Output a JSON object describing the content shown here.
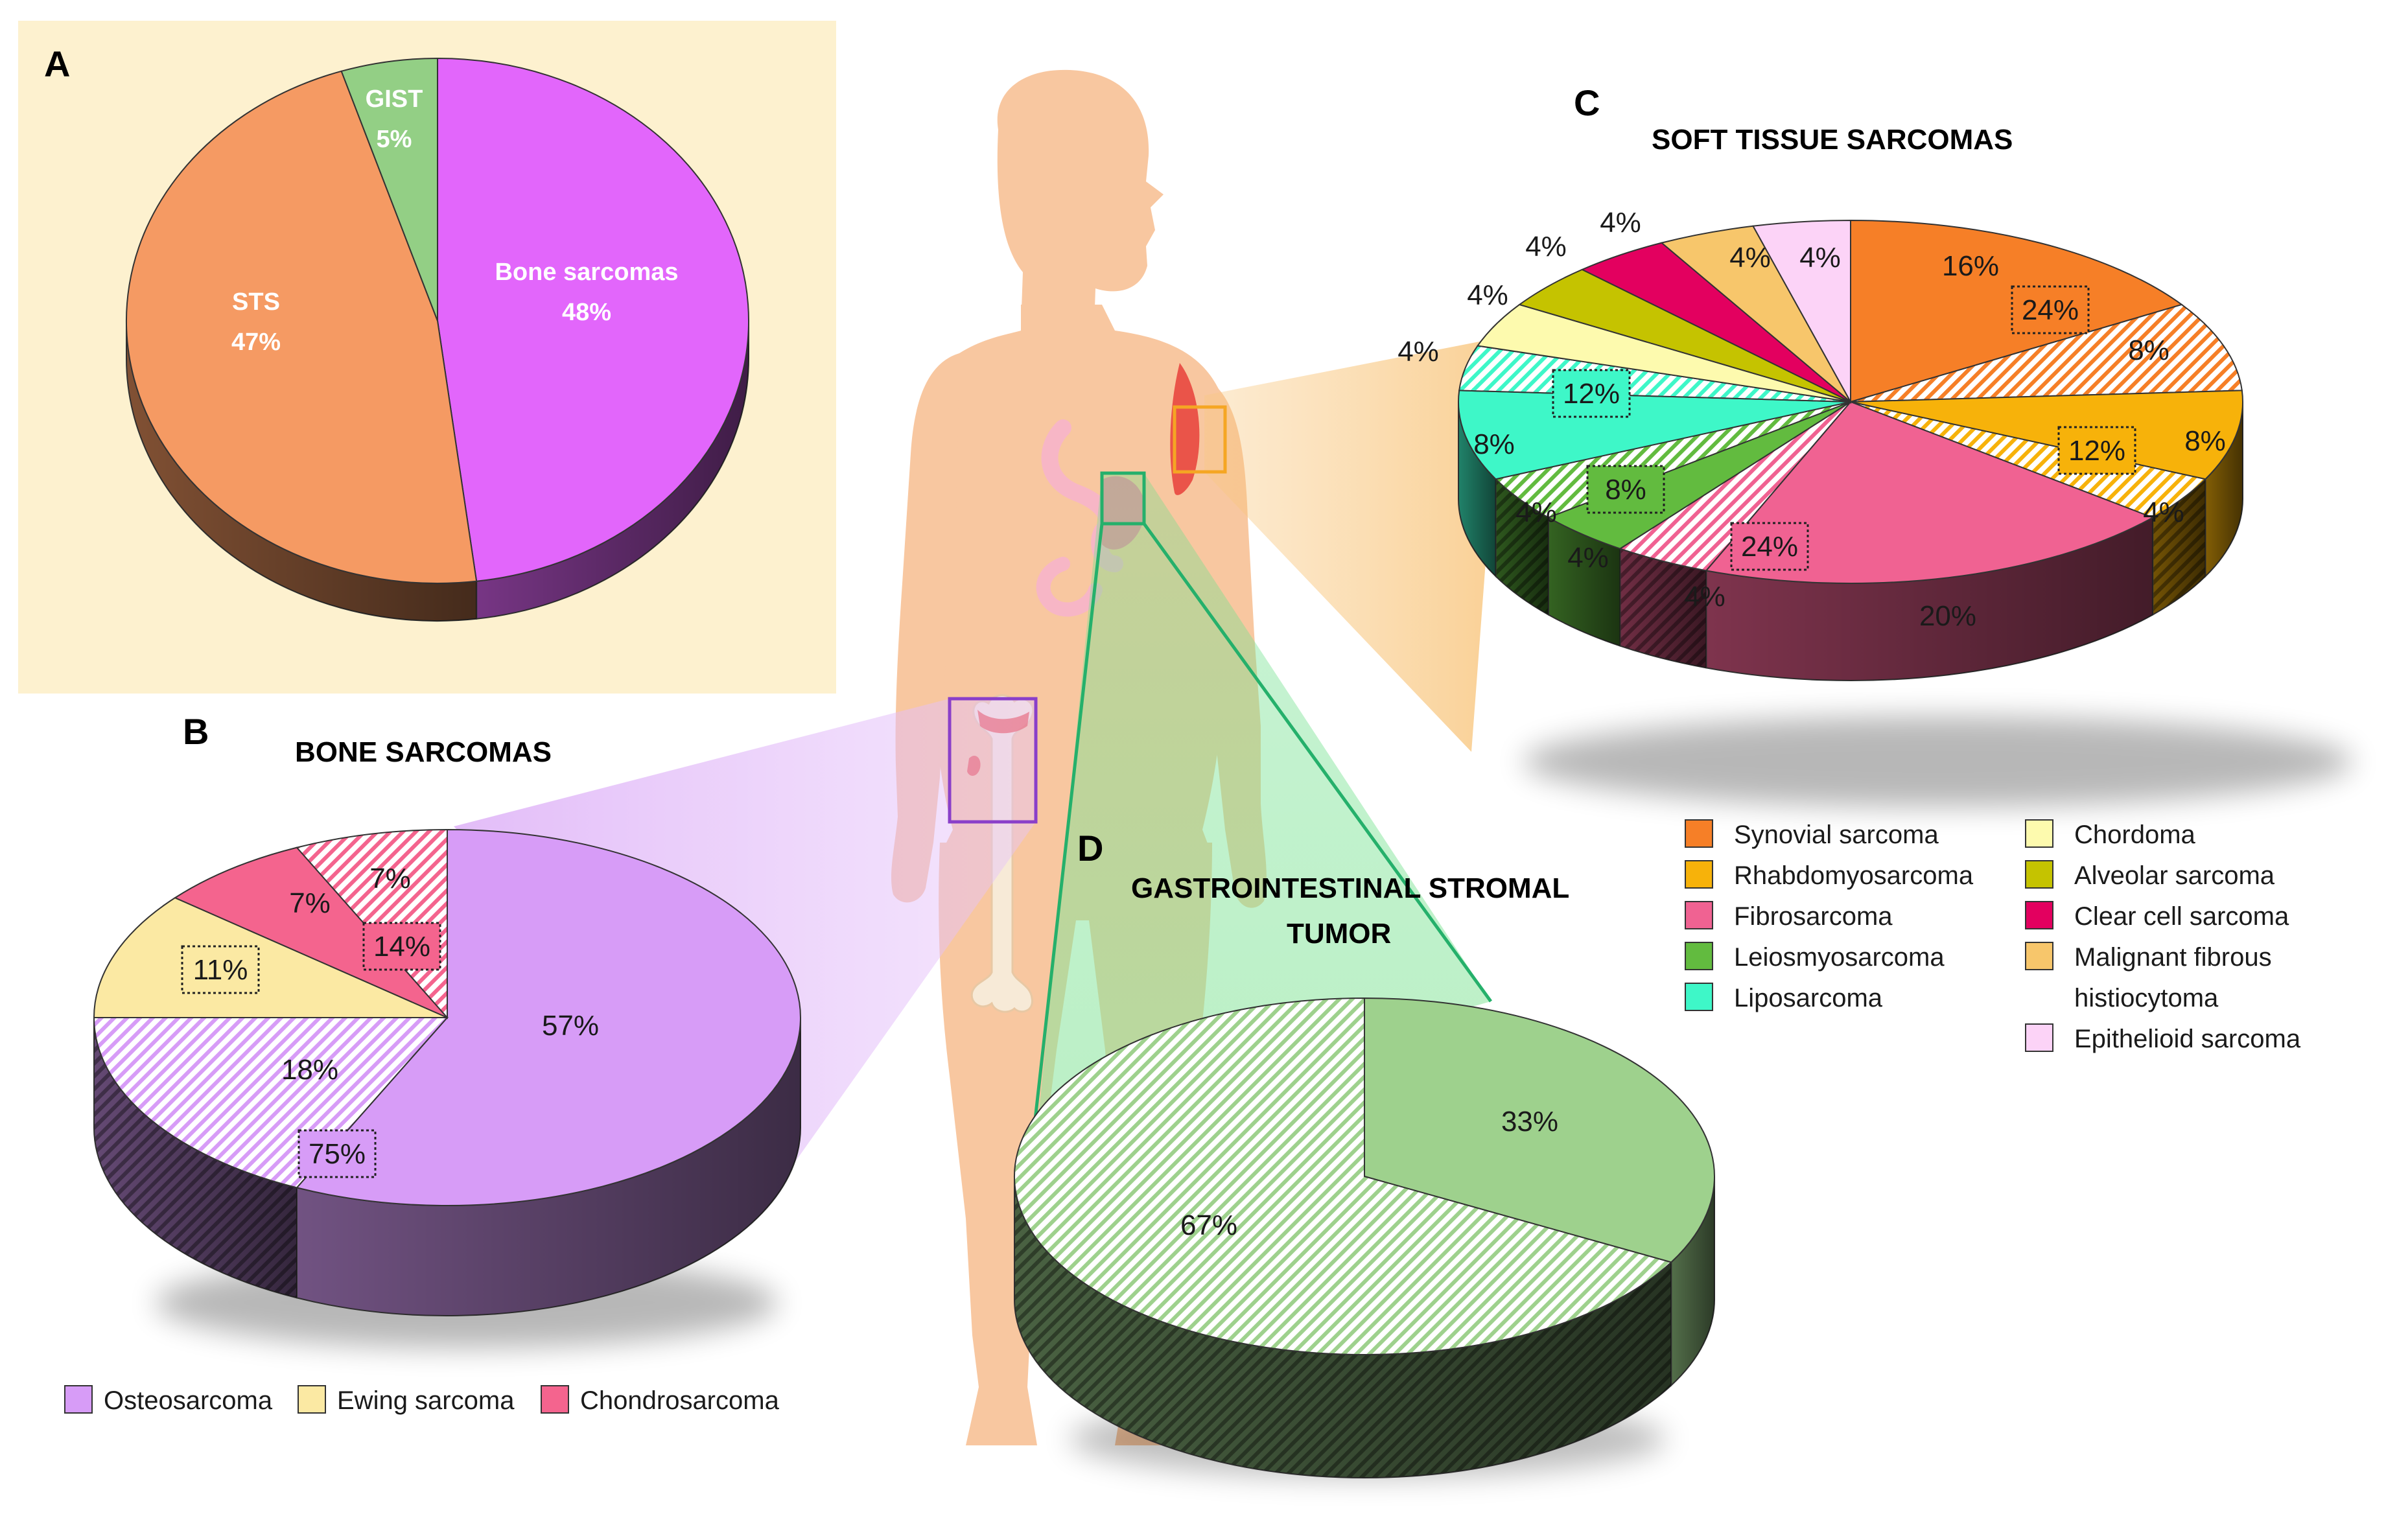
{
  "panels": {
    "a": {
      "letter": "A"
    },
    "b": {
      "letter": "B"
    },
    "c": {
      "letter": "C"
    },
    "d": {
      "letter": "D"
    }
  },
  "colors": {
    "panel_a_bg": "#fdf1cf",
    "body_skin": "#f8c7a0",
    "sts": "#f59a63",
    "bone": "#e266fb",
    "gist": "#93cf85",
    "osteosarcoma": "#d79cf7",
    "ewing": "#fbe9a3",
    "chondro": "#f4648e",
    "synovial": "#f67f27",
    "rhabdo": "#f7b20a",
    "fibro": "#f06292",
    "leio": "#62bb3f",
    "lipo": "#3ef7c8",
    "chordoma": "#fdfaae",
    "alveolar": "#c5c300",
    "clear_cell": "#e3005f",
    "mfh": "#f7c66b",
    "epithelioid": "#fcd3f7",
    "gist_d": "#9ed18d"
  },
  "chart_data": [
    {
      "id": "A",
      "type": "pie",
      "title": "",
      "slices": [
        {
          "label": "Bone sarcomas",
          "value": 48,
          "pct_text": "48%",
          "color": "#e266fb"
        },
        {
          "label": "STS",
          "value": 47,
          "pct_text": "47%",
          "color": "#f59a63"
        },
        {
          "label": "GIST",
          "value": 5,
          "pct_text": "5%",
          "color": "#93cf85"
        }
      ]
    },
    {
      "id": "B",
      "type": "pie",
      "title": "BONE SARCOMAS",
      "slices": [
        {
          "label": "Osteosarcoma",
          "value": 57,
          "pct_text": "57%",
          "color": "#d79cf7",
          "hatched": false
        },
        {
          "label": "Osteosarcoma",
          "value": 18,
          "pct_text": "18%",
          "color": "#d79cf7",
          "hatched": true
        },
        {
          "label": "Ewing sarcoma",
          "value": 11,
          "pct_text": "",
          "color": "#fbe9a3",
          "hatched": false
        },
        {
          "label": "Chondrosarcoma",
          "value": 7,
          "pct_text": "7%",
          "color": "#f4648e",
          "hatched": false
        },
        {
          "label": "Chondrosarcoma",
          "value": 7,
          "pct_text": "7%",
          "color": "#f4648e",
          "hatched": true
        }
      ],
      "group_totals": [
        {
          "label": "Osteosarcoma",
          "pct_text": "75%"
        },
        {
          "label": "Ewing sarcoma",
          "pct_text": "11%"
        },
        {
          "label": "Chondrosarcoma",
          "pct_text": "14%"
        }
      ],
      "legend": [
        "Osteosarcoma",
        "Ewing sarcoma",
        "Chondrosarcoma"
      ]
    },
    {
      "id": "C",
      "type": "pie",
      "title": "SOFT TISSUE SARCOMAS",
      "slices": [
        {
          "label": "Synovial sarcoma",
          "value": 16,
          "pct_text": "16%",
          "color": "#f67f27",
          "hatched": false
        },
        {
          "label": "Synovial sarcoma",
          "value": 8,
          "pct_text": "8%",
          "color": "#f67f27",
          "hatched": true
        },
        {
          "label": "Rhabdomyosarcoma",
          "value": 8,
          "pct_text": "8%",
          "color": "#f7b20a",
          "hatched": false
        },
        {
          "label": "Rhabdomyosarcoma",
          "value": 4,
          "pct_text": "4%",
          "color": "#f7b20a",
          "hatched": true
        },
        {
          "label": "Fibrosarcoma",
          "value": 20,
          "pct_text": "20%",
          "color": "#f06292",
          "hatched": false
        },
        {
          "label": "Fibrosarcoma",
          "value": 4,
          "pct_text": "4%",
          "color": "#f06292",
          "hatched": true
        },
        {
          "label": "Leiosmyosarcoma",
          "value": 4,
          "pct_text": "4%",
          "color": "#62bb3f",
          "hatched": false
        },
        {
          "label": "Leiosmyosarcoma",
          "value": 4,
          "pct_text": "4%",
          "color": "#62bb3f",
          "hatched": true
        },
        {
          "label": "Liposarcoma",
          "value": 8,
          "pct_text": "8%",
          "color": "#3ef7c8",
          "hatched": false
        },
        {
          "label": "Liposarcoma",
          "value": 4,
          "pct_text": "4%",
          "color": "#3ef7c8",
          "hatched": true
        },
        {
          "label": "Chordoma",
          "value": 4,
          "pct_text": "4%",
          "color": "#fdfaae",
          "hatched": false
        },
        {
          "label": "Alveolar sarcoma",
          "value": 4,
          "pct_text": "4%",
          "color": "#c5c300",
          "hatched": false
        },
        {
          "label": "Clear cell sarcoma",
          "value": 4,
          "pct_text": "4%",
          "color": "#e3005f",
          "hatched": false
        },
        {
          "label": "Malignant fibrous histiocytoma",
          "value": 4,
          "pct_text": "4%",
          "color": "#f7c66b",
          "hatched": false
        },
        {
          "label": "Epithelioid sarcoma",
          "value": 4,
          "pct_text": "4%",
          "color": "#fcd3f7",
          "hatched": false
        }
      ],
      "group_totals": [
        {
          "label": "Synovial sarcoma",
          "pct_text": "24%"
        },
        {
          "label": "Rhabdomyosarcoma",
          "pct_text": "12%"
        },
        {
          "label": "Fibrosarcoma",
          "pct_text": "24%"
        },
        {
          "label": "Leiosmyosarcoma",
          "pct_text": "8%"
        },
        {
          "label": "Liposarcoma",
          "pct_text": "12%"
        }
      ],
      "legend": [
        "Synovial sarcoma",
        "Rhabdomyosarcoma",
        "Fibrosarcoma",
        "Leiosmyosarcoma",
        "Liposarcoma",
        "Chordoma",
        "Alveolar sarcoma",
        "Clear cell sarcoma",
        "Malignant fibrous",
        "histiocytoma",
        "Epithelioid sarcoma"
      ]
    },
    {
      "id": "D",
      "type": "pie",
      "title_line1": "GASTROINTESTINAL  STROMAL",
      "title_line2": "TUMOR",
      "slices": [
        {
          "label": "GIST",
          "value": 33,
          "pct_text": "33%",
          "color": "#9ed18d",
          "hatched": false
        },
        {
          "label": "GIST",
          "value": 67,
          "pct_text": "67%",
          "color": "#9ed18d",
          "hatched": true
        }
      ]
    }
  ]
}
